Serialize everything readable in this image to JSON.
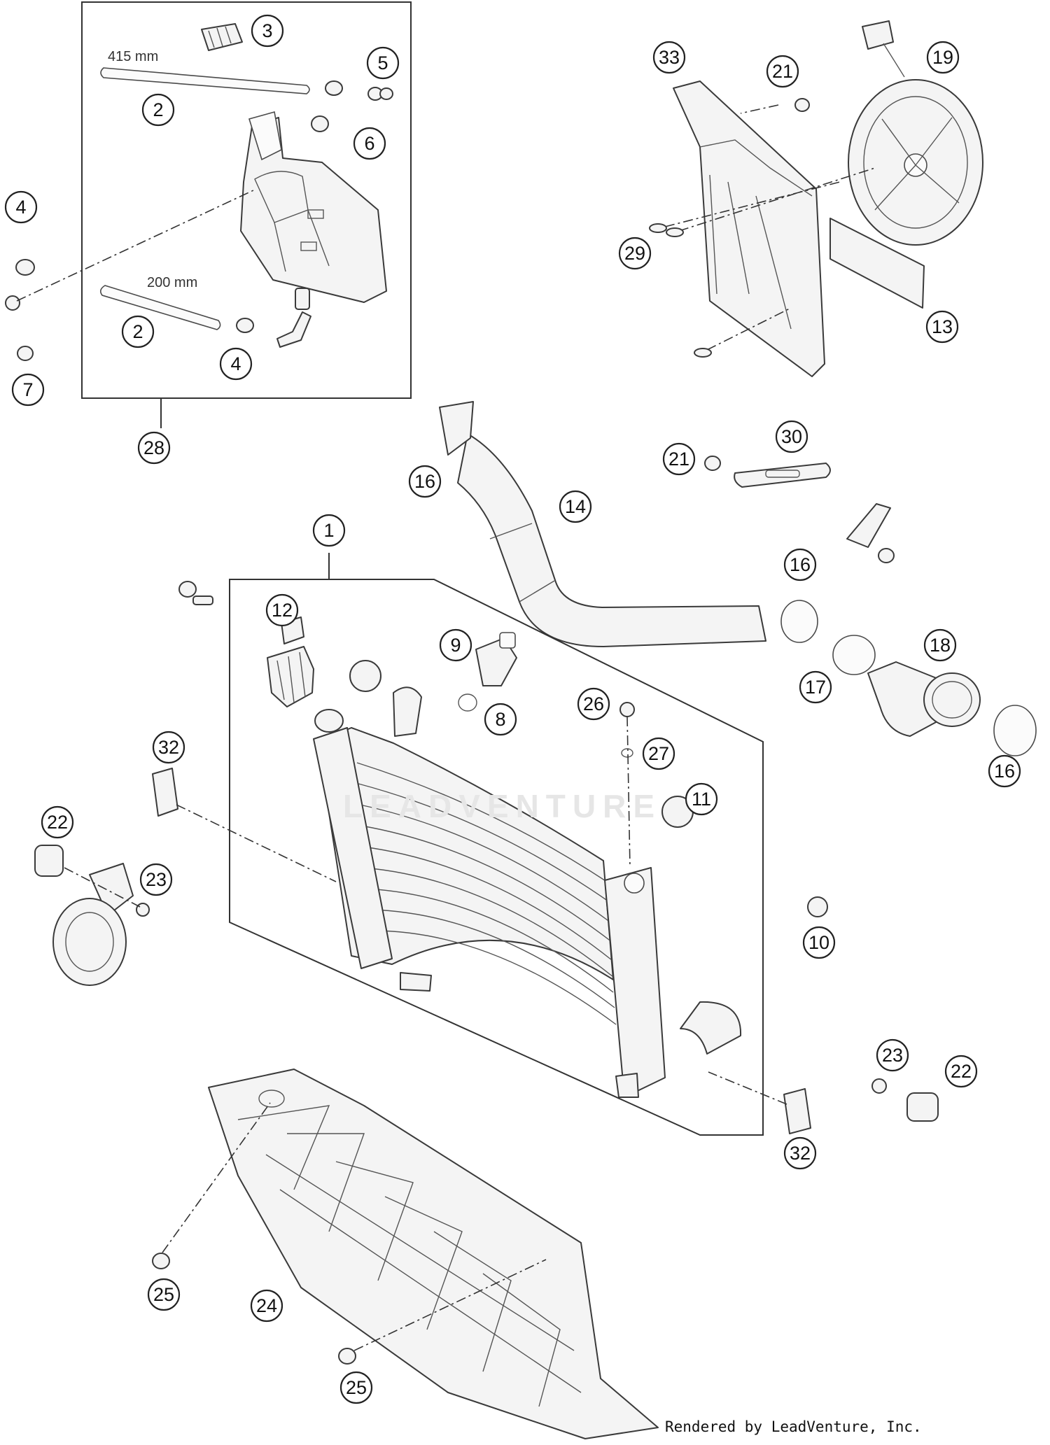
{
  "dimensions": {
    "hose_long": "415 mm",
    "hose_short": "200 mm"
  },
  "watermark": "LEADVENTURE",
  "credit": "Rendered by LeadVenture, Inc.",
  "callouts": [
    {
      "id": "c3",
      "label": "3"
    },
    {
      "id": "c2a",
      "label": "2"
    },
    {
      "id": "c5",
      "label": "5"
    },
    {
      "id": "c6",
      "label": "6"
    },
    {
      "id": "c4a",
      "label": "4"
    },
    {
      "id": "c2b",
      "label": "2"
    },
    {
      "id": "c4b",
      "label": "4"
    },
    {
      "id": "c7",
      "label": "7"
    },
    {
      "id": "c28",
      "label": "28"
    },
    {
      "id": "c33",
      "label": "33"
    },
    {
      "id": "c21a",
      "label": "21"
    },
    {
      "id": "c19",
      "label": "19"
    },
    {
      "id": "c29",
      "label": "29"
    },
    {
      "id": "c13",
      "label": "13"
    },
    {
      "id": "c16a",
      "label": "16"
    },
    {
      "id": "c14",
      "label": "14"
    },
    {
      "id": "c21b",
      "label": "21"
    },
    {
      "id": "c30",
      "label": "30"
    },
    {
      "id": "c1",
      "label": "1"
    },
    {
      "id": "c16b",
      "label": "16"
    },
    {
      "id": "c12",
      "label": "12"
    },
    {
      "id": "c9",
      "label": "9"
    },
    {
      "id": "c18",
      "label": "18"
    },
    {
      "id": "c17",
      "label": "17"
    },
    {
      "id": "c8",
      "label": "8"
    },
    {
      "id": "c26",
      "label": "26"
    },
    {
      "id": "c27",
      "label": "27"
    },
    {
      "id": "c16c",
      "label": "16"
    },
    {
      "id": "c32a",
      "label": "32"
    },
    {
      "id": "c11",
      "label": "11"
    },
    {
      "id": "c22a",
      "label": "22"
    },
    {
      "id": "c23a",
      "label": "23"
    },
    {
      "id": "c10",
      "label": "10"
    },
    {
      "id": "c23b",
      "label": "23"
    },
    {
      "id": "c22b",
      "label": "22"
    },
    {
      "id": "c32b",
      "label": "32"
    },
    {
      "id": "c25a",
      "label": "25"
    },
    {
      "id": "c24",
      "label": "24"
    },
    {
      "id": "c25b",
      "label": "25"
    }
  ]
}
